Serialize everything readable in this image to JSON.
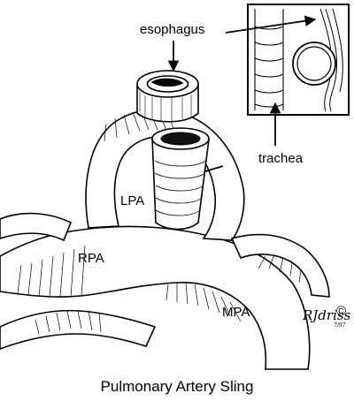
{
  "labels": {
    "esophagus": "esophagus",
    "trachea": "trachea",
    "lpa": "LPA",
    "rpa": "RPA",
    "mpa": "MPA"
  },
  "caption": "Pulmonary Artery Sling",
  "signature": {
    "name": "RJdriss",
    "symbol": "©",
    "date": "7/97"
  },
  "colors": {
    "ink": "#000000",
    "paper": "#ffffff"
  }
}
